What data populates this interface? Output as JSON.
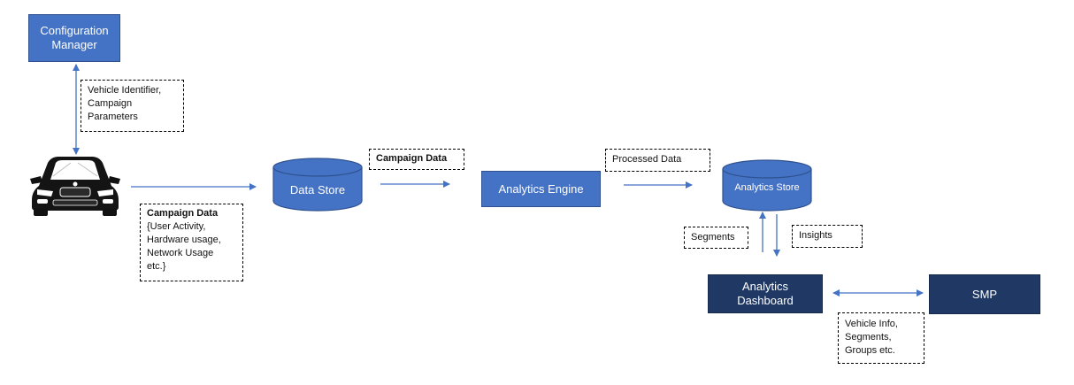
{
  "nodes": {
    "config_manager": "Configuration Manager",
    "data_store": "Data Store",
    "analytics_engine": "Analytics Engine",
    "analytics_store": "Analytics Store",
    "analytics_dashboard": "Analytics Dashboard",
    "smp": "SMP"
  },
  "notes": {
    "vehicle_identifier": [
      "Vehicle Identifier,",
      "Campaign",
      "Parameters"
    ],
    "campaign_data_main": {
      "title": "Campaign  Data",
      "lines": [
        "{User Activity,",
        "Hardware usage,",
        "Network  Usage",
        "etc.}"
      ]
    },
    "campaign_data_small": "Campaign  Data",
    "processed_data": "Processed Data",
    "segments": "Segments",
    "insights": "Insights",
    "vehicle_info": [
      "Vehicle Info,",
      "Segments,",
      "Groups etc."
    ]
  },
  "icons": {
    "vehicle": "car-front-icon"
  },
  "colors": {
    "node_blue": "#4472C4",
    "node_navy": "#1F3864",
    "arrow": "#4472C4"
  }
}
